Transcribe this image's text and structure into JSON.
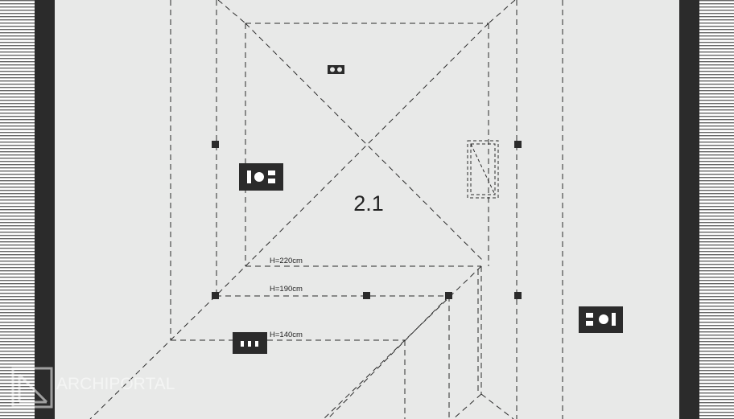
{
  "plan": {
    "room_label": "2.1",
    "height_labels": [
      "H=220cm",
      "H=190cm",
      "H=140cm"
    ],
    "watermark": {
      "brand": "ARCHIPORTAL",
      "tagline": ""
    }
  },
  "colors": {
    "background": "#e8e9e8",
    "wall": "#2b2b2b",
    "line": "#2a2a2a",
    "hatch_light": "#ffffff",
    "hatch_dark": "#666666"
  },
  "icons": [
    "socket-icon",
    "socket-icon",
    "socket-icon",
    "socket-icon",
    "skylight-icon",
    "column-marker-icon"
  ]
}
